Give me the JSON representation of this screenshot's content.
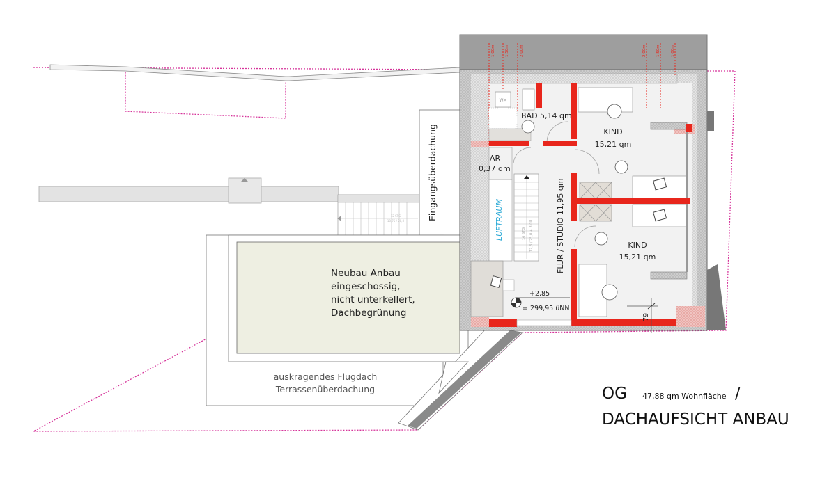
{
  "plan": {
    "rooms": {
      "bad": "BAD 5,14 qm",
      "wm": "WM",
      "ar_name": "AR",
      "ar_area": "0,37 qm",
      "kind1_name": "KIND",
      "kind1_area": "15,21 qm",
      "kind2_name": "KIND",
      "kind2_area": "15,21 qm",
      "flur": "FLUR / STUDIO  11,95 qm",
      "luftraum": "LUFTRAUM"
    },
    "stairs": {
      "inner_steps": "16 STG",
      "inner_dims": "17,8 / 25,0 + 3,0U",
      "outer_steps": "12 STG",
      "outer_dims": "18,75 / 28,0"
    },
    "level": {
      "relative": "+2,85",
      "absolute": "= 299,95 üNN"
    },
    "dimension_79": "79",
    "height_lines_left": [
      "1,00m",
      "1,50m",
      "2,00m"
    ],
    "height_lines_right": [
      "2,00m",
      "1,50m",
      "1,00m"
    ],
    "annex": {
      "line1": "Neubau Anbau",
      "line2": "eingeschossig,",
      "line3": "nicht unterkellert,",
      "line4": "Dachbegrünung"
    },
    "canopy": {
      "line1": "auskragendes Flugdach",
      "line2": "Terrassenüberdachung"
    },
    "entrance_canopy": "Eingangsüberdachung"
  },
  "title": {
    "level": "OG",
    "area": "47,88 qm Wohnfläche",
    "slash": "/",
    "subtitle": "DACHAUFSICHT ANBAU"
  },
  "colors": {
    "wall_red": "#e8261c",
    "boundary_magenta": "#d6339a",
    "roof_gray": "#9e9e9e",
    "green_roof": "#eeefe2",
    "luftraum_text": "#29a9d6"
  }
}
